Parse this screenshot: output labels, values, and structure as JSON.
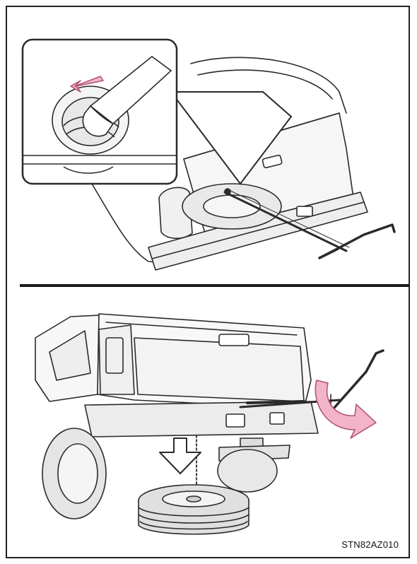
{
  "figure_code": "STN82AZ010",
  "icons": {
    "inset_arrow": "pink-left-arrow",
    "rotation_arrow": "pink-clockwise-arrow",
    "lower_arrow": "down-arrow-outline"
  },
  "colors": {
    "line": "#2a2a2a",
    "accent_pink": "#f2b4c8",
    "accent_pink_stroke": "#b0506e",
    "fill_light": "#f3f3f3",
    "fill_mid": "#e6e6e6"
  }
}
